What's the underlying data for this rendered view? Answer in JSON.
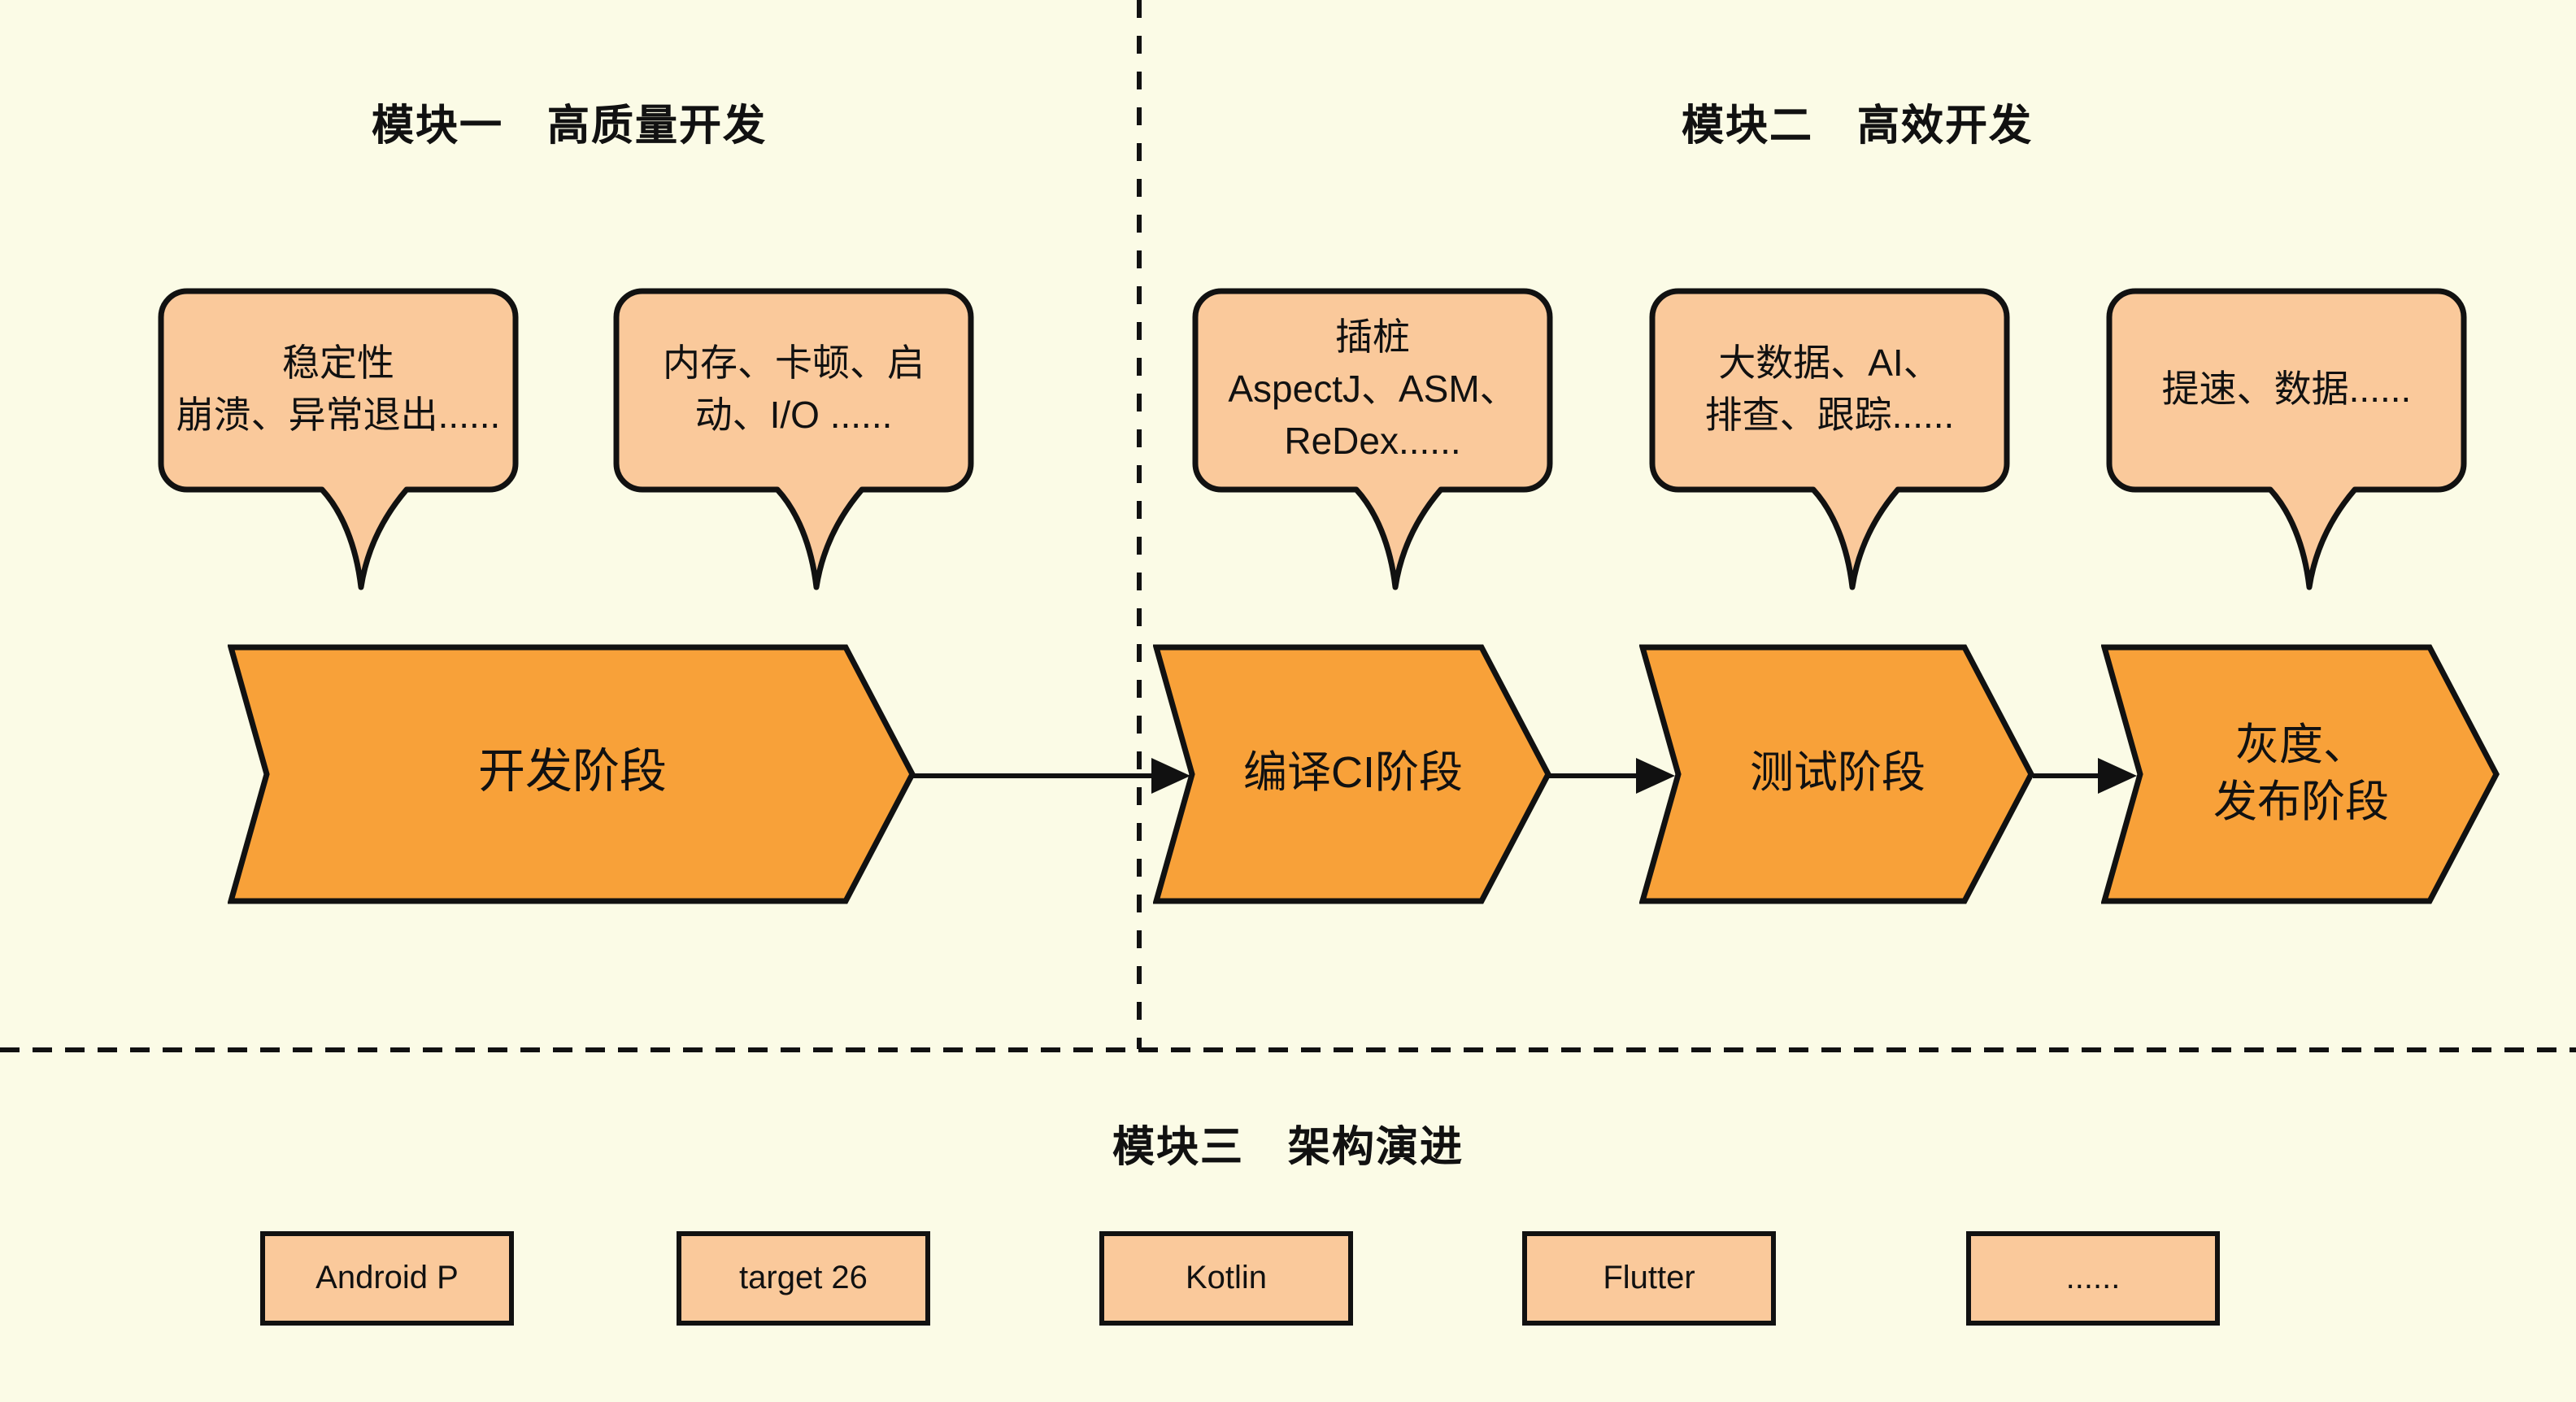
{
  "colors": {
    "background": "#FBFBE6",
    "callout_fill": "#FAC99B",
    "stage_fill": "#F8A139",
    "outline": "#111111"
  },
  "sections": {
    "module1": {
      "title": "模块一　高质量开发"
    },
    "module2": {
      "title": "模块二　高效开发"
    },
    "module3": {
      "title": "模块三　架构演进"
    }
  },
  "bubbles": [
    {
      "text": "稳定性\n崩溃、异常退出......"
    },
    {
      "text": "内存、卡顿、启\n动、I/O ......"
    },
    {
      "text": "插桩\nAspectJ、ASM、\nReDex......"
    },
    {
      "text": "大数据、AI、\n排查、跟踪......"
    },
    {
      "text": "提速、数据......"
    }
  ],
  "stages": [
    {
      "label": "开发阶段"
    },
    {
      "label": "编译CI阶段"
    },
    {
      "label": "测试阶段"
    },
    {
      "label": "灰度、\n发布阶段"
    }
  ],
  "tech_boxes": [
    {
      "label": "Android P"
    },
    {
      "label": "target 26"
    },
    {
      "label": "Kotlin"
    },
    {
      "label": "Flutter"
    },
    {
      "label": "......"
    }
  ]
}
